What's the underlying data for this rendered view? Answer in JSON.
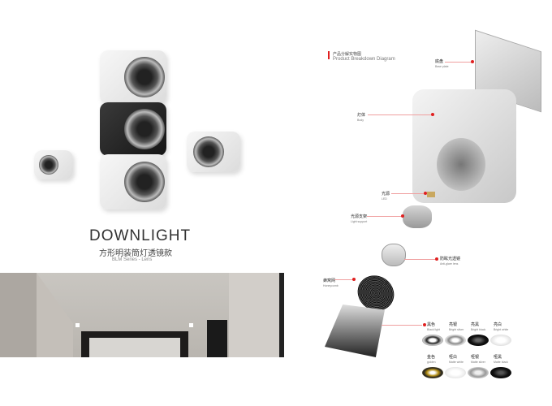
{
  "left": {
    "title": "DOWNLIGHT",
    "subtitle": "方形明装筒灯透镜款",
    "series": "BLM Series - Lens"
  },
  "diagram": {
    "heading_cn": "产品分解实物图",
    "heading_en": "Product Breakdown Diagram",
    "accent": "#e02020",
    "parts": [
      {
        "cn": "底盘",
        "en": "Base plate"
      },
      {
        "cn": "灯体",
        "en": "Body"
      },
      {
        "cn": "光源",
        "en": "LED"
      },
      {
        "cn": "光源支架",
        "en": "Light support"
      },
      {
        "cn": "防眩光透镜",
        "en": "Anti-glare lens"
      },
      {
        "cn": "蜂窝网",
        "en": "Honeycomb"
      }
    ],
    "finishes": [
      {
        "cn": "黑色",
        "en": "Black light"
      },
      {
        "cn": "亮银",
        "en": "Bright silver"
      },
      {
        "cn": "亮黑",
        "en": "Bright black"
      },
      {
        "cn": "亮白",
        "en": "Bright white"
      },
      {
        "cn": "金色",
        "en": "golden"
      },
      {
        "cn": "哑白",
        "en": "Matte white"
      },
      {
        "cn": "哑银",
        "en": "Matte silver"
      },
      {
        "cn": "哑黑",
        "en": "Matte black"
      }
    ]
  }
}
